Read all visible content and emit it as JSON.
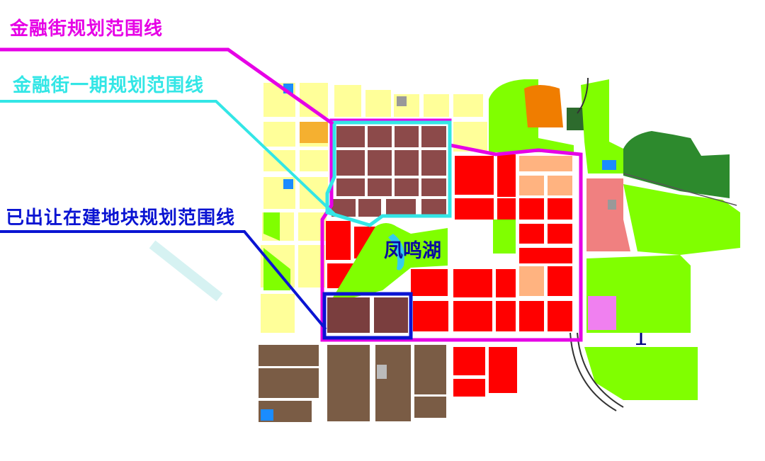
{
  "legend": {
    "finance_boundary": {
      "label": "金融街规划范围线",
      "color": "#e600e6"
    },
    "phase1_boundary": {
      "label": "金融街一期规划范围线",
      "color": "#33e6e6"
    },
    "sold_boundary": {
      "label": "已出让在建地块规划范围线",
      "color": "#0a14d2"
    }
  },
  "lake_label": "凤鸣湖",
  "colors": {
    "residential": "#ffff99",
    "commercial": "#ff0000",
    "commercial_light": "#ffb380",
    "green": "#80ff00",
    "forest": "#2d8a2d",
    "brown": "#7a5c45",
    "finance_block": "#8c4a4a",
    "pink": "#f08080",
    "orange": "#f07d00",
    "blue": "#1a8cff",
    "magenta_block": "#f080f0",
    "label_text": "#0a0aa0"
  }
}
